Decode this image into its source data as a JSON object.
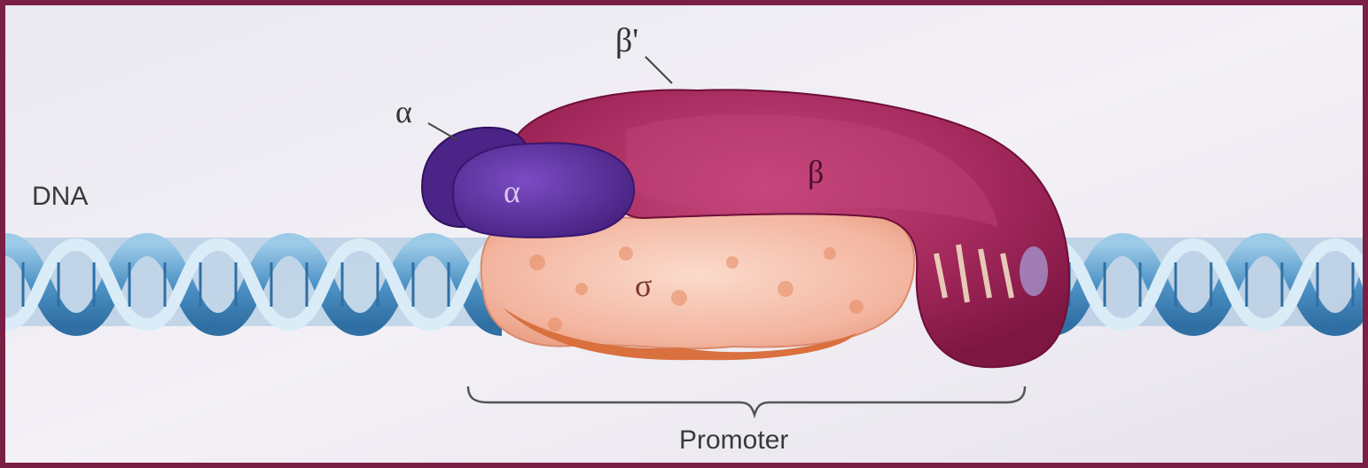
{
  "diagram": {
    "labels": {
      "dna": "DNA",
      "alpha_outer": "α",
      "alpha_inner": "α",
      "beta_prime": "β'",
      "beta": "β",
      "sigma": "σ",
      "promoter": "Promoter"
    },
    "colors": {
      "frame": "#7a1f45",
      "background": "#eceaf2",
      "dna_blue": "#4f93c6",
      "dna_light": "#cfe4f2",
      "alpha": "#5a2a9c",
      "beta": "#9c1f52",
      "sigma": "#f3b9a6",
      "sigma_dark": "#e07a4a"
    }
  }
}
